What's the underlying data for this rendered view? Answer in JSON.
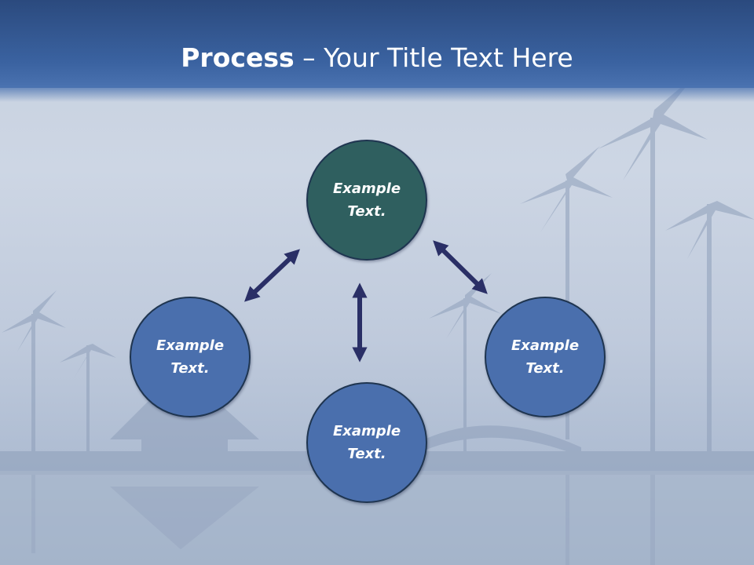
{
  "title": {
    "bold": "Process",
    "rest": " – Your Title Text Here"
  },
  "nodes": [
    {
      "line1": "Example",
      "line2": "Text.",
      "color": "#2f5f5f"
    },
    {
      "line1": "Example",
      "line2": "Text.",
      "color": "#4a6fad"
    },
    {
      "line1": "Example",
      "line2": "Text.",
      "color": "#4a6fad"
    },
    {
      "line1": "Example",
      "line2": "Text.",
      "color": "#4a6fad"
    }
  ],
  "colors": {
    "title_bar": "#3a62a0",
    "arrow": "#2a2f66",
    "node_border": "#1f3550"
  },
  "background": "tropical-palm-lagoon-photo"
}
